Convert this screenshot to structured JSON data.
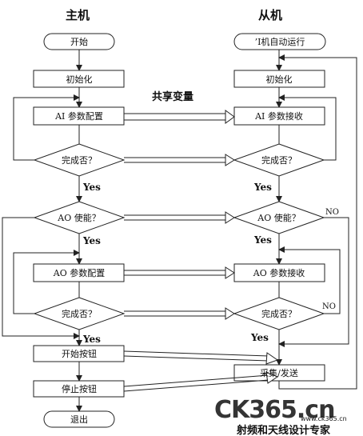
{
  "headers": {
    "master": "主机",
    "slave": "从机"
  },
  "shared_label": "共享变量",
  "master": {
    "start": "开始",
    "init": "初始化",
    "ai_config": "AI 参数配置",
    "done1": "完成否？",
    "ao_enable": "AO 使能？",
    "ao_config": "AO 参数配置",
    "done2": "完成否？",
    "start_btn": "开始按钮",
    "stop_btn": "停止按钮",
    "exit": "退出"
  },
  "slave": {
    "auto_run": "’I机自动运行",
    "init": "初始化",
    "ai_receive": "AI 参数接收",
    "done1": "完成否？",
    "ao_enable": "AO 使能？",
    "ao_receive": "AO 参数接收",
    "done2": "完成否？",
    "collect_send": "采集/发送"
  },
  "labels": {
    "yes": "Yes",
    "no": "NO"
  },
  "watermark": {
    "logo": "CK365.cn",
    "line1": "射频和天线设计专家",
    "url": "www.ck365.cn"
  },
  "colors": {
    "line": "#222222",
    "box_fill": "#ffffff",
    "watermark_red": "#cc2222",
    "watermark_blue": "#1a4aa0"
  }
}
